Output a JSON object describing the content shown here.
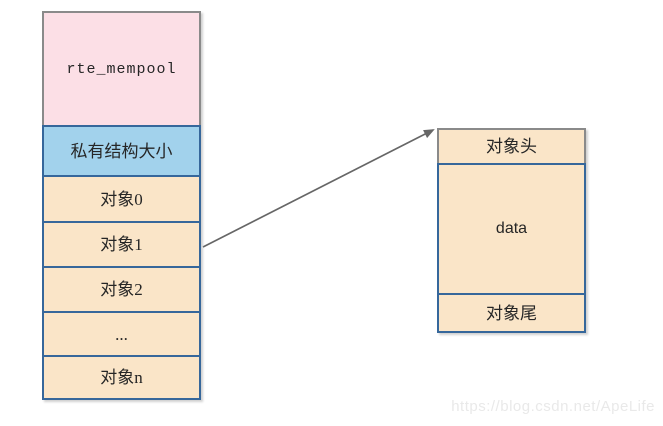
{
  "diagram": {
    "left_stack": {
      "boxes": [
        {
          "label": "rte_mempool"
        },
        {
          "label": "私有结构大小"
        },
        {
          "label": "对象0"
        },
        {
          "label": "对象1"
        },
        {
          "label": "对象2"
        },
        {
          "label": "..."
        },
        {
          "label": "对象n"
        }
      ]
    },
    "right_stack": {
      "boxes": [
        {
          "label": "对象头"
        },
        {
          "label": "data"
        },
        {
          "label": "对象尾"
        }
      ]
    },
    "watermark": "https://blog.csdn.net/ApeLife"
  },
  "colors": {
    "pink-fill": "#fcdfe6",
    "blue-fill": "#a2d2ec",
    "tan-fill": "#fae5c8",
    "border-blue": "#36679b",
    "border-gray": "#8a8a8a",
    "arrow-gray": "#666666",
    "text": "#262626",
    "watermark-gray": "#e9e9e9"
  }
}
